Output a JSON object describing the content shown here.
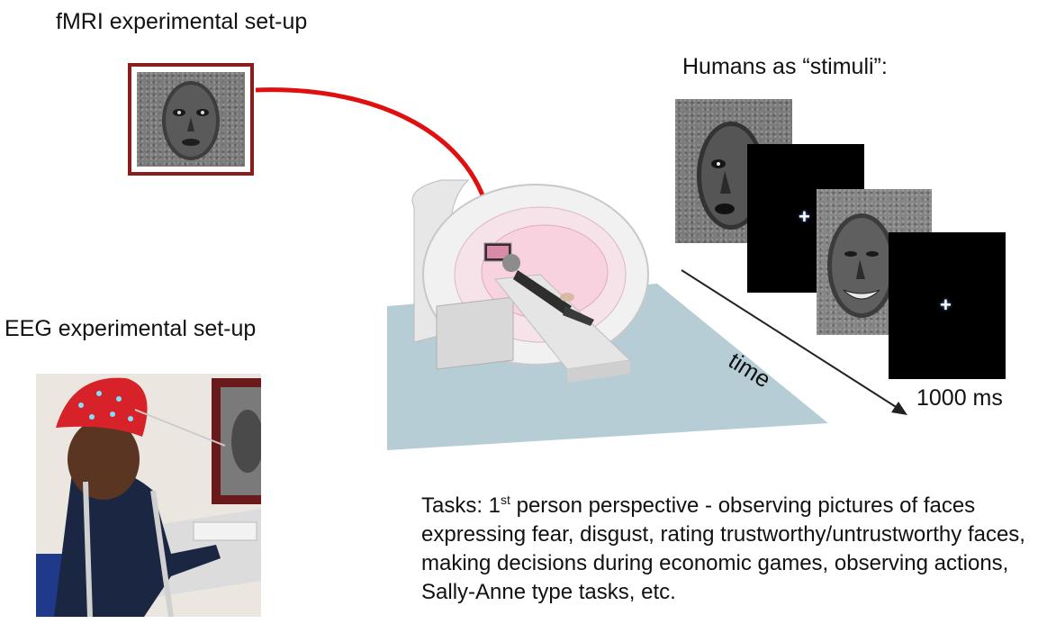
{
  "fmri": {
    "heading": "fMRI experimental set-up"
  },
  "eeg": {
    "heading": "EEG experimental set-up"
  },
  "stimuli": {
    "heading": "Humans as “stimuli”:",
    "time_label": "time",
    "duration_label": "1000 ms",
    "fixation_symbol": "+"
  },
  "tasks": {
    "prefix": "Tasks: 1",
    "ordinal_suffix": "st",
    "text": " person perspective - observing pictures of faces expressing fear, disgust, rating trustworthy/untrustworthy faces, making decisions during economic games, observing actions, Sally-Anne type tasks, etc."
  },
  "colors": {
    "frame_red": "#8b1c1c",
    "arrow_red": "#e01010",
    "floor_blue": "#b7cdd6",
    "cap_red": "#d8222a"
  }
}
